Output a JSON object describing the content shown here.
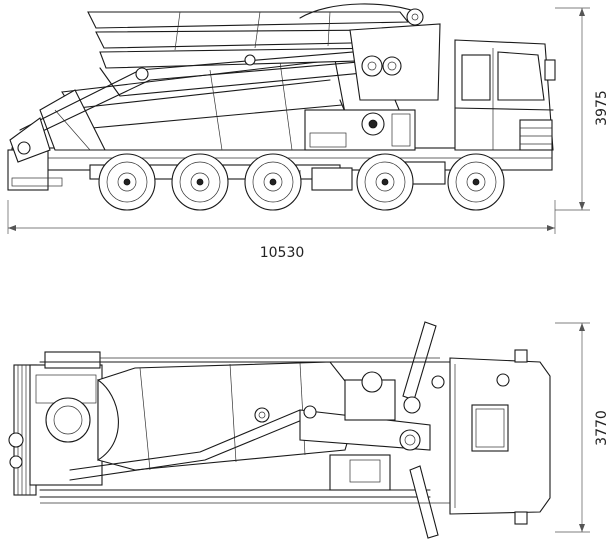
{
  "dimensions": {
    "side_length": "10530",
    "side_height": "3975",
    "top_width": "3770"
  }
}
